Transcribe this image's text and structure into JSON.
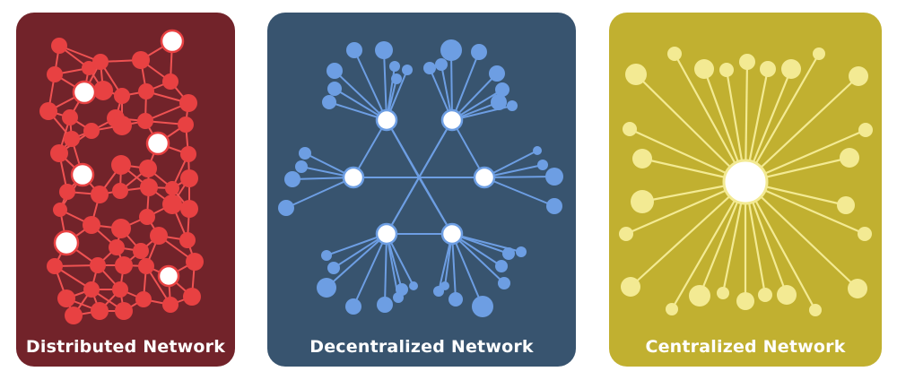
{
  "panels": [
    {
      "label": "Distributed Network",
      "background": "#72232a",
      "node_color": "#e84142",
      "edge_color": "#ef5252",
      "hub_color": "#ffffff"
    },
    {
      "label": "Decentralized Network",
      "background": "#38546f",
      "node_color": "#6d9ee3",
      "edge_color": "#6d9ee3",
      "hub_color": "#ffffff"
    },
    {
      "label": "Centralized Network",
      "background": "#c1b030",
      "node_color": "#f3ea93",
      "edge_color": "#f3ea93",
      "hub_color": "#ffffff"
    }
  ]
}
